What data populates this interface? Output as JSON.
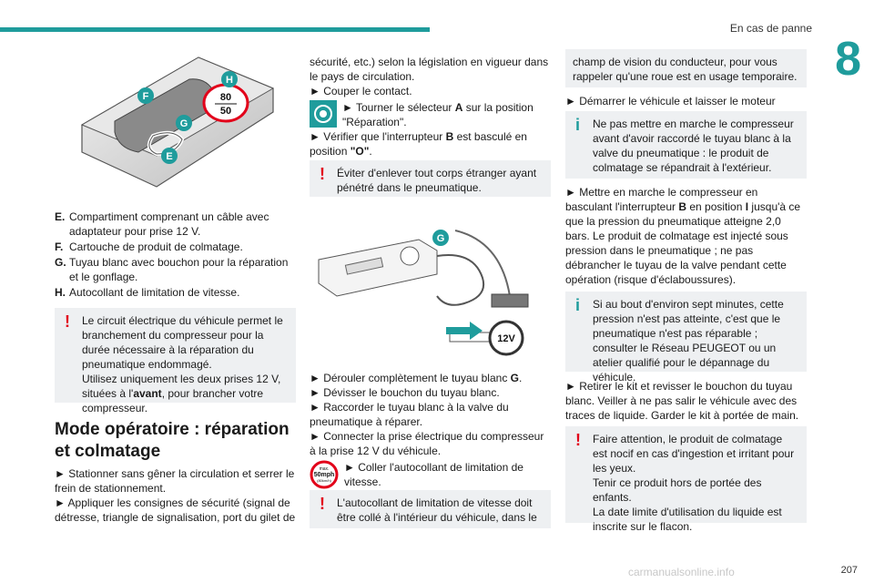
{
  "header": {
    "title": "En cas de panne",
    "chapter": "8"
  },
  "figure1": {
    "labels": {
      "E": "E",
      "F": "F",
      "G": "G",
      "H": "H"
    },
    "speed_top": "80",
    "speed_bottom": "50"
  },
  "legend": [
    {
      "key": "E.",
      "text": "Compartiment comprenant un câble avec adaptateur pour prise 12 V."
    },
    {
      "key": "F.",
      "text": "Cartouche de produit de colmatage."
    },
    {
      "key": "G.",
      "text": "Tuyau blanc avec bouchon pour la réparation et le gonflage."
    },
    {
      "key": "H.",
      "text": "Autocollant de limitation de vitesse."
    }
  ],
  "note1": {
    "line1": "Le circuit électrique du véhicule permet le branchement du compresseur pour la durée nécessaire à la réparation du pneumatique endommagé.",
    "line2_pre": "Utilisez uniquement les deux prises 12 V, situées à l'",
    "line2_bold": "avant",
    "line2_post": ", pour brancher votre compresseur."
  },
  "section": {
    "title": "Mode opératoire : réparation et colmatage"
  },
  "col1_steps": [
    "► Stationner sans gêner la circulation et serrer le frein de stationnement.",
    "► Appliquer les consignes de sécurité (signal de détresse, triangle de signalisation, port du gilet de"
  ],
  "col2": {
    "cont": "sécurité, etc.) selon la législation en vigueur dans le pays de circulation.",
    "step_contact": "► Couper le contact.",
    "selector_pre": "► Tourner le sélecteur ",
    "selector_bold": "A",
    "selector_post": " sur la position \"Réparation\".",
    "check_pre": "► Vérifier que l'interrupteur ",
    "check_bold": "B",
    "check_mid": " est basculé en position ",
    "check_bold2": "\"O\"",
    "check_post": ".",
    "note2": "Éviter d'enlever tout corps étranger ayant pénétré dans le pneumatique.",
    "fig2_label": "G",
    "fig2_plug": "12V",
    "unroll_pre": "► Dérouler complètement le tuyau blanc ",
    "unroll_bold": "G",
    "unroll_post": ".",
    "unscrew": "► Dévisser le bouchon du tuyau blanc.",
    "connect": "► Raccorder le tuyau blanc à la valve du pneumatique à réparer.",
    "plug": "► Connecter la prise électrique du compresseur à la prise 12 V du véhicule.",
    "sticker_icon_line1": "max.",
    "sticker_icon_line2": "50mph",
    "sticker_icon_line3": "(80km/h)",
    "sticker": "► Coller l'autocollant de limitation de vitesse.",
    "note3": "L'autocollant de limitation de vitesse doit être collé à l'intérieur du véhicule, dans le"
  },
  "col3": {
    "cont_note": "champ de vision du conducteur, pour vous rappeler qu'une roue est en usage temporaire.",
    "start": "► Démarrer le véhicule et laisser le moteur tourner.",
    "info1": "Ne pas mettre en marche le compresseur avant d'avoir raccordé le tuyau blanc à la valve du pneumatique : le produit de colmatage se répandrait à l'extérieur.",
    "run_pre": "► Mettre en marche le compresseur en basculant l'interrupteur ",
    "run_bold1": "B",
    "run_mid": " en position ",
    "run_bold2": "I",
    "run_post": " jusqu'à ce que la pression du pneumatique atteigne 2,0 bars. Le produit de colmatage est injecté sous pression dans le pneumatique ; ne pas débrancher le tuyau de la valve pendant cette opération (risque d'éclaboussures).",
    "info2": "Si au bout d'environ sept minutes, cette pression n'est pas atteinte, c'est que le pneumatique n'est pas réparable ; consulter le Réseau PEUGEOT ou un atelier qualifié pour le dépannage du véhicule.",
    "remove": "► Retirer le kit et revisser le bouchon du tuyau blanc. Veiller à ne pas salir le véhicule avec des traces de liquide. Garder le kit à portée de main.",
    "warn_line1": "Faire attention, le produit de colmatage est nocif en cas d'ingestion et irritant pour les yeux.",
    "warn_line2": "Tenir ce produit hors de portée des enfants.",
    "warn_line3": "La date limite d'utilisation du liquide est inscrite sur le flacon."
  },
  "footer": {
    "page": "207",
    "watermark": "carmanualsonline.info"
  },
  "colors": {
    "accent": "#1f9c9c",
    "warning": "#e2001a",
    "note_bg": "#eef0f2"
  }
}
